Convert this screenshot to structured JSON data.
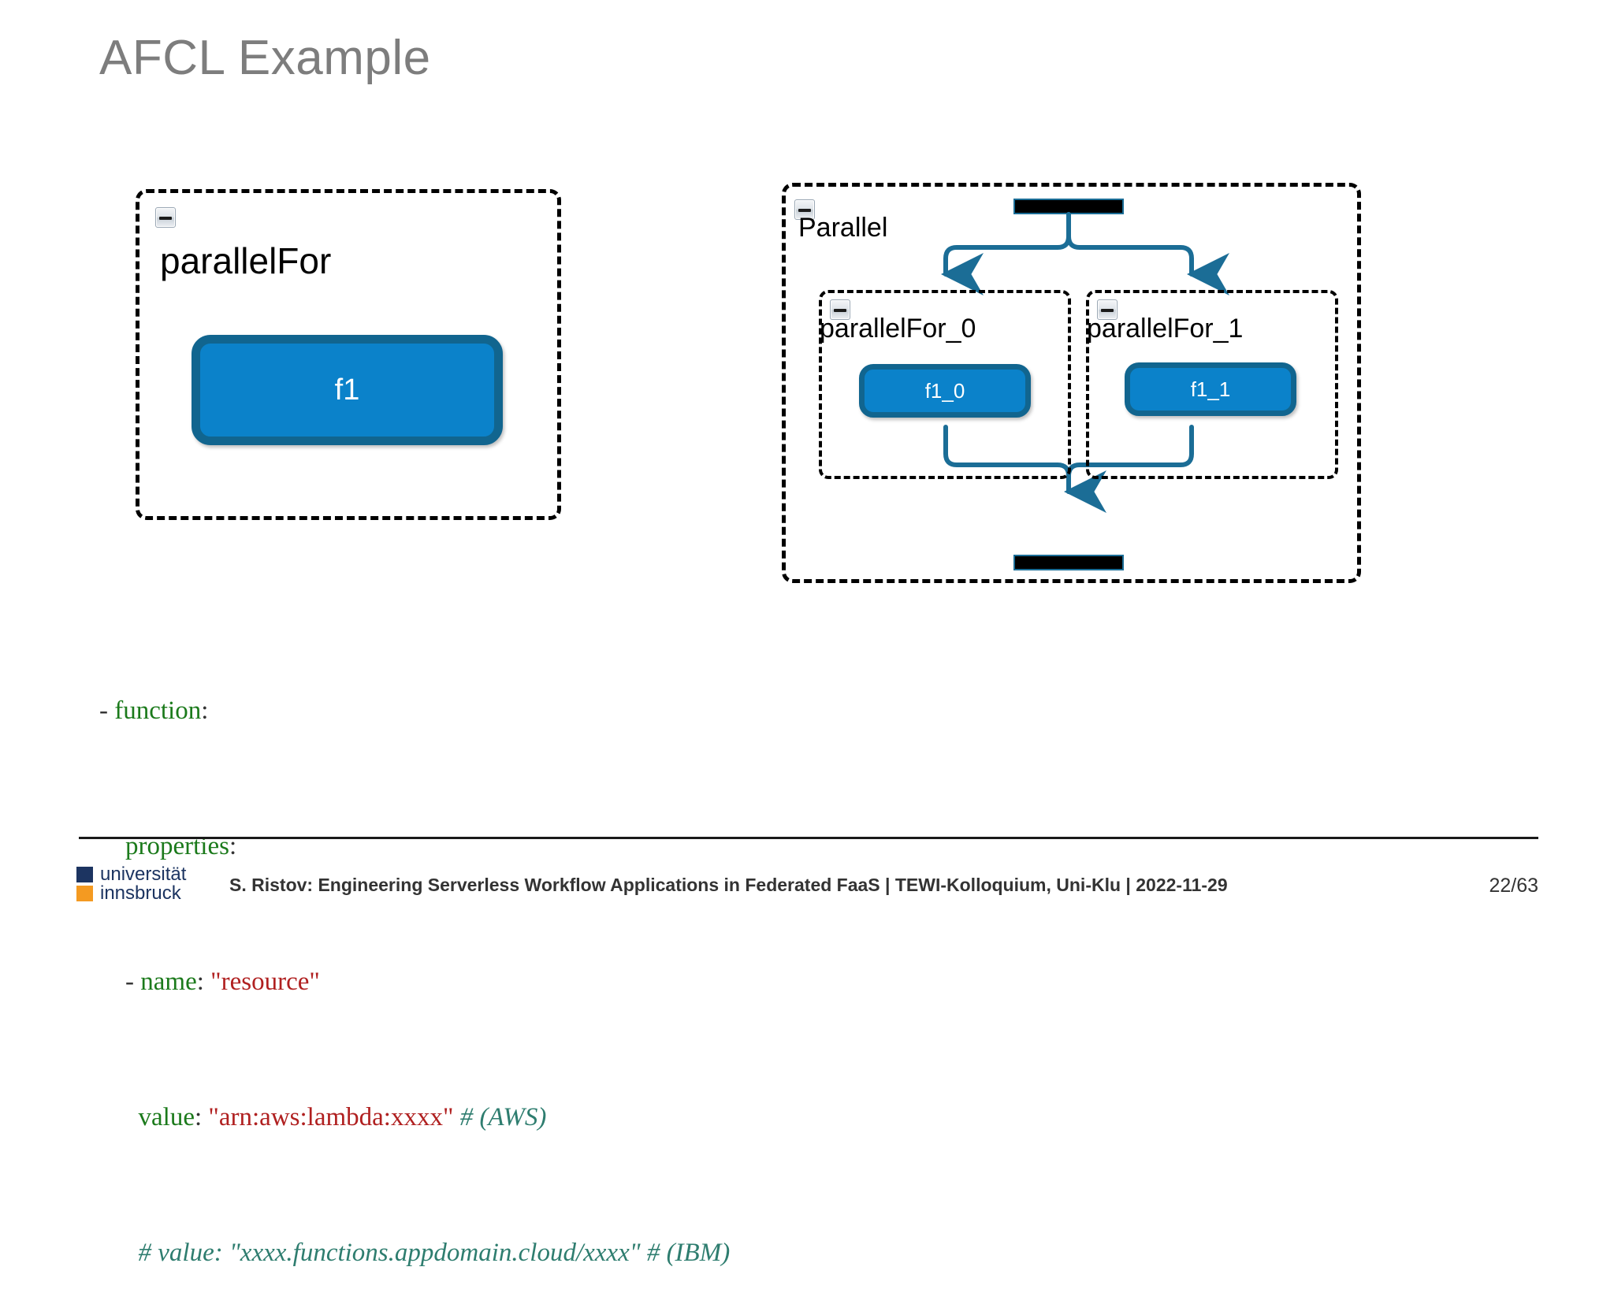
{
  "slide": {
    "title": "AFCL Example",
    "page_number": "22/63",
    "title_color": "#7d7d7d"
  },
  "colors": {
    "node_fill": "#0b82ca",
    "node_border": "#11658f",
    "edge": "#1b6d96",
    "container_border": "#000000",
    "logo_navy": "#1c3461",
    "logo_orange": "#f49a21"
  },
  "diagram_left": {
    "name": "collapsed-parallel-for",
    "container": {
      "label": "parallelFor",
      "collapse_icon": "minus-square-icon"
    },
    "nodes": [
      {
        "label": "f1"
      }
    ]
  },
  "diagram_right": {
    "name": "expanded-parallel-region",
    "container": {
      "label": "Parallel",
      "collapse_icon": "minus-square-icon"
    },
    "fork_bar": "fork-sync-bar",
    "join_bar": "join-sync-bar",
    "subregions": [
      {
        "label": "parallelFor_0",
        "collapse_icon": "minus-square-icon",
        "node": "f1_0"
      },
      {
        "label": "parallelFor_1",
        "collapse_icon": "minus-square-icon",
        "node": "f1_1"
      }
    ]
  },
  "code": {
    "language": "yaml",
    "lines": [
      {
        "indent": 0,
        "text": "- function:"
      },
      {
        "indent": 1,
        "text": "properties:"
      },
      {
        "indent": 1,
        "text": "- name: \"resource\""
      },
      {
        "indent": 2,
        "text": "value: \"arn:aws:lambda:xxxx\" # (AWS)"
      },
      {
        "indent": 2,
        "text": "# value: \"xxxx.functions.appdomain.cloud/xxxx\" # (IBM)"
      }
    ],
    "tokens": {
      "l1_dash": "-",
      "l1_key": "function",
      "l1_colon": ":",
      "l2_key": "properties",
      "l2_colon": ":",
      "l3_dash": "-",
      "l3_key": "name",
      "l3_colon": ":",
      "l3_str": "\"resource\"",
      "l4_key": "value",
      "l4_colon": ":",
      "l4_str": "\"arn:aws:lambda:xxxx\"",
      "l4_cmt": "# (AWS)",
      "l5_cmt": "# value: \"xxxx.functions.appdomain.cloud/xxxx\" # (IBM)"
    }
  },
  "footer": {
    "logo_line1": "universität",
    "logo_line2": "innsbruck",
    "citation": "S. Ristov: Engineering Serverless Workflow Applications in Federated FaaS | TEWI-Kolloquium, Uni-Klu | 2022-11-29"
  }
}
